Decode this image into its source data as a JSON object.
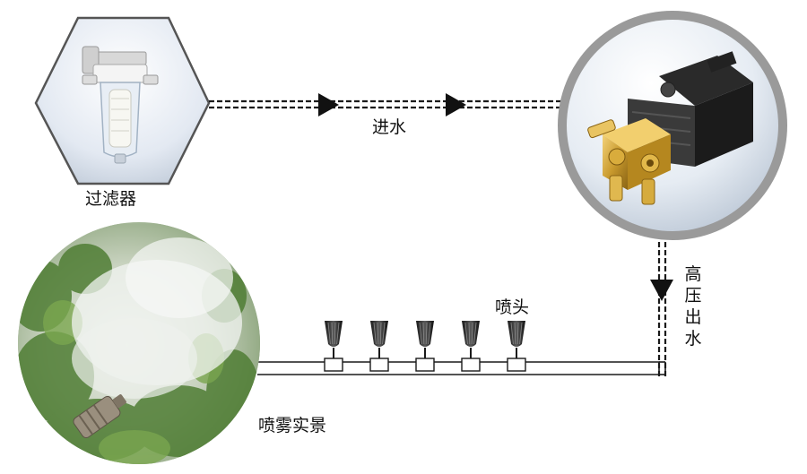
{
  "diagram": {
    "filter": {
      "label": "过滤器",
      "icon": "water-filter-icon"
    },
    "inlet": {
      "label": "进水"
    },
    "pump": {
      "icon": "high-pressure-pump-icon"
    },
    "outlet": {
      "label_chars": [
        "高",
        "压",
        "出",
        "水"
      ]
    },
    "nozzles": {
      "label": "喷头",
      "count": 5,
      "icon": "nozzle-icon"
    },
    "scene": {
      "label": "喷雾实景",
      "icon": "misting-scene-photo"
    },
    "colors": {
      "line": "#1a1a1a",
      "hex_frame": "#555555",
      "pump_ring": "#9a9a9a"
    }
  }
}
